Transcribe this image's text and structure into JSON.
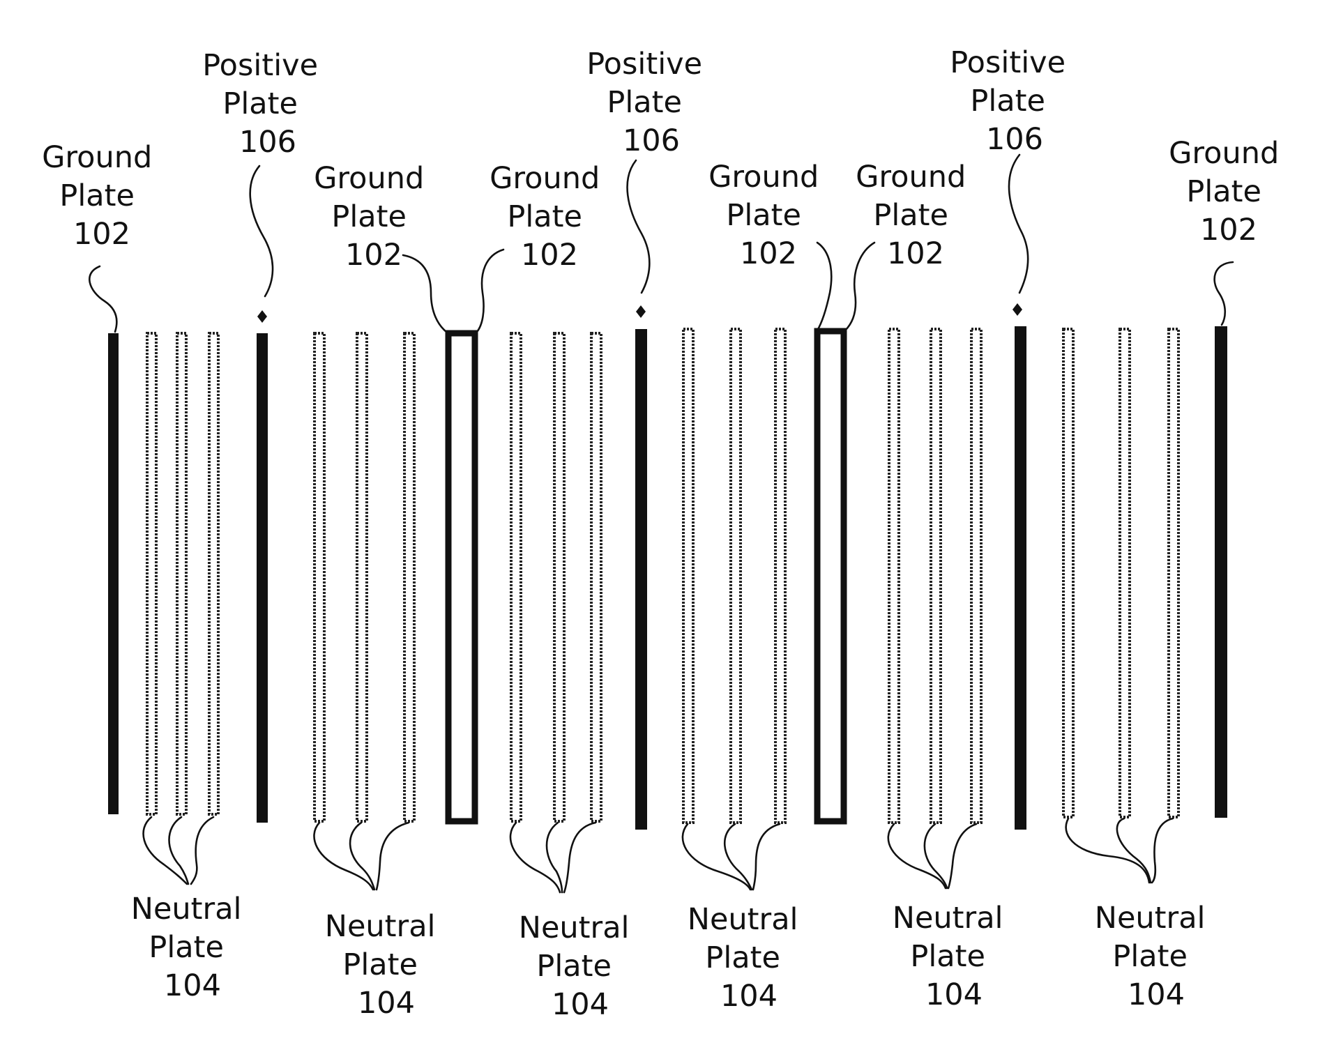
{
  "labels": {
    "ground_plate": {
      "line1": "Ground",
      "line2": "Plate",
      "ref": "102"
    },
    "positive_plate": {
      "line1": "Positive",
      "line2": "Plate",
      "ref": "106"
    },
    "neutral_plate": {
      "line1": "Neutral",
      "line2": "Plate",
      "ref": "104"
    }
  },
  "colors": {
    "ink": "#111111",
    "neutral_fill": "#6e6e6e",
    "background": "#ffffff"
  },
  "plate_sequence": [
    "ground",
    "neutral",
    "neutral",
    "neutral",
    "positive",
    "neutral",
    "neutral",
    "neutral",
    "ground-double",
    "neutral",
    "neutral",
    "neutral",
    "positive",
    "neutral",
    "neutral",
    "neutral",
    "ground-double",
    "neutral",
    "neutral",
    "neutral",
    "positive",
    "neutral",
    "neutral",
    "neutral",
    "ground"
  ]
}
